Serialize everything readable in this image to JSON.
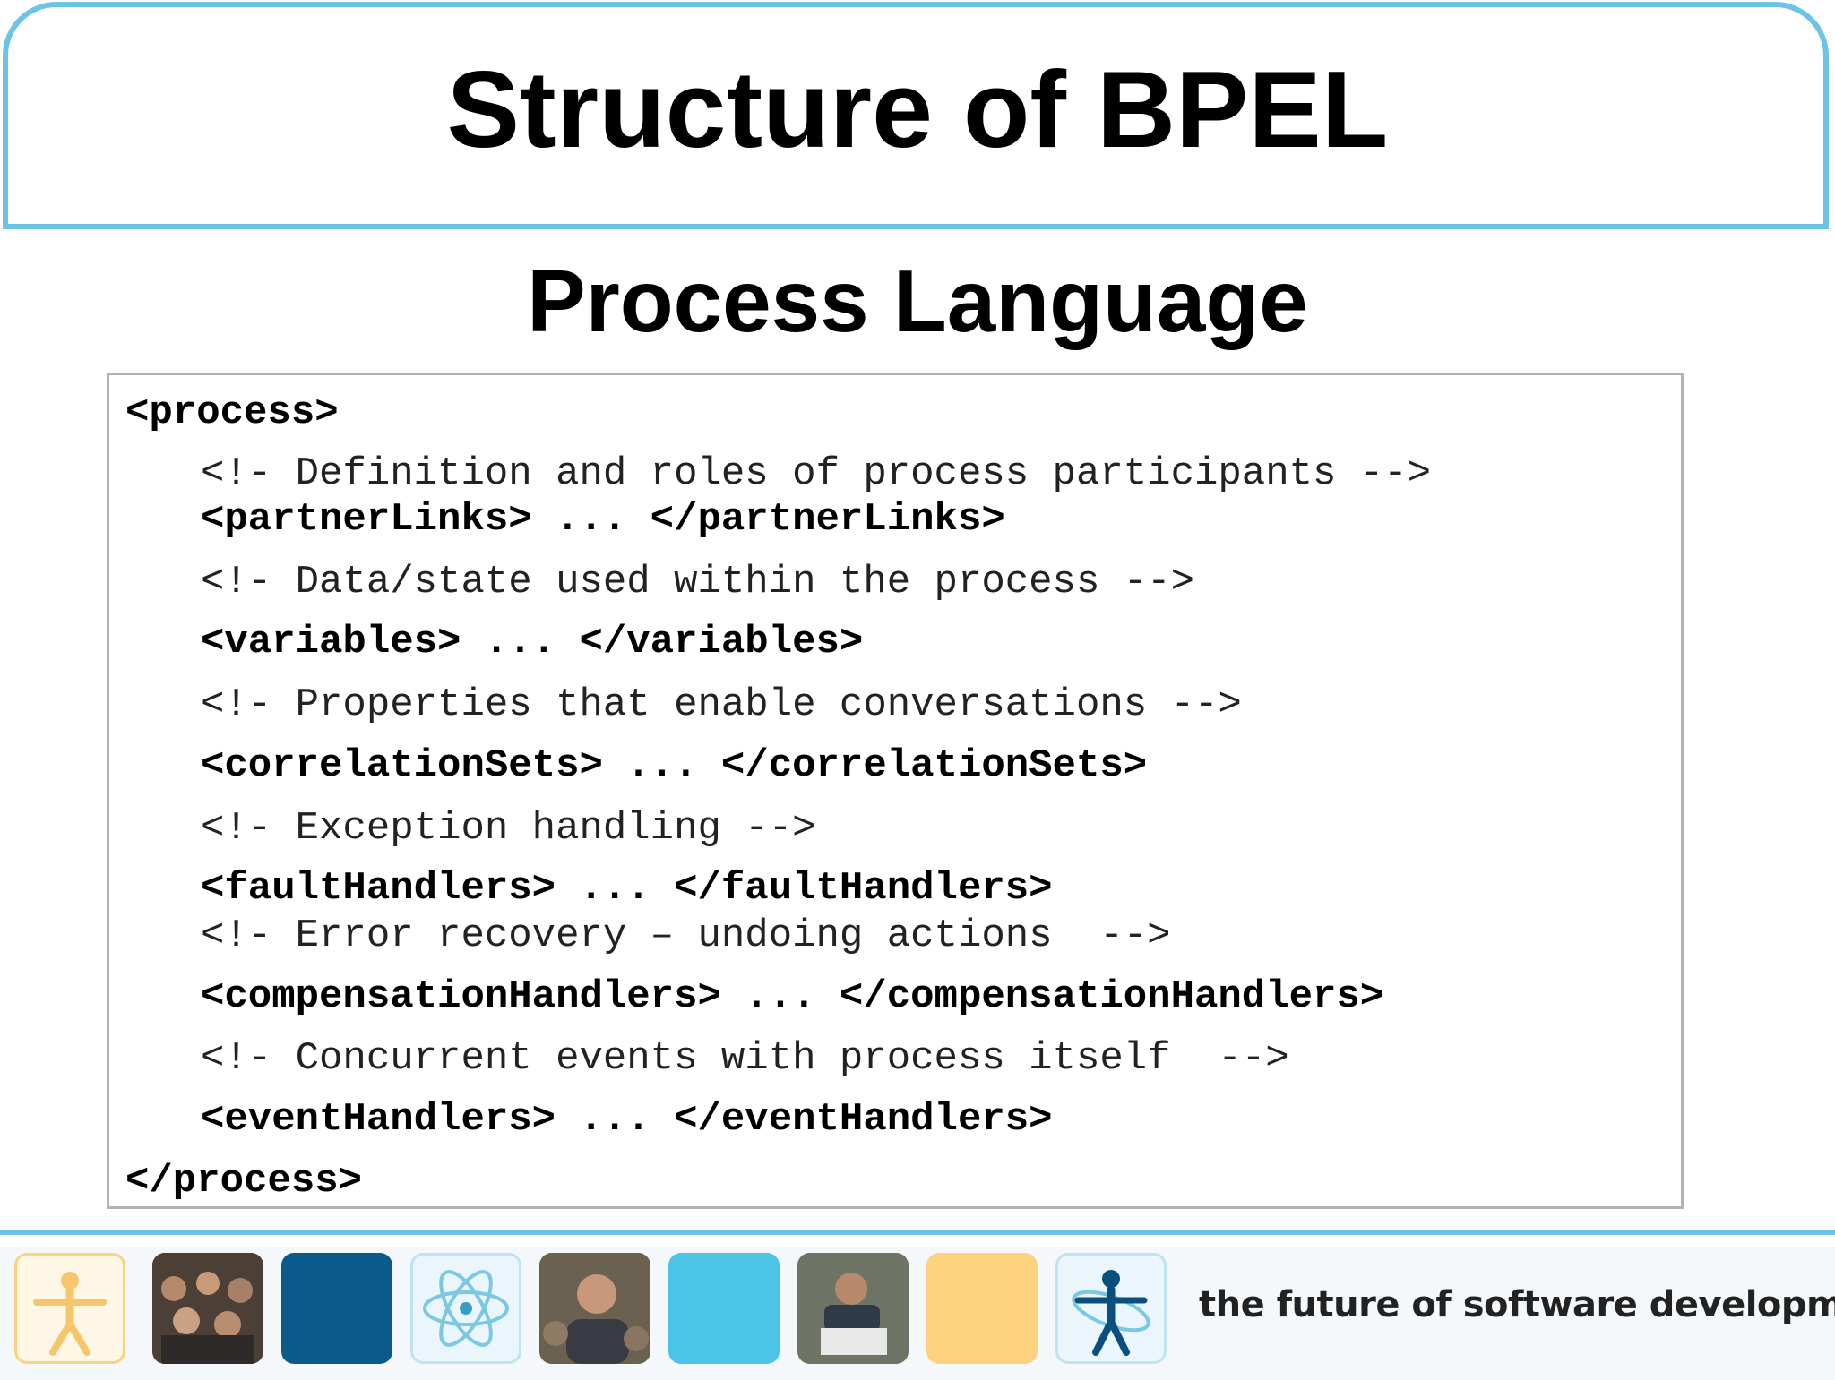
{
  "title": "Structure of BPEL",
  "subtitle": "Process Language",
  "code": {
    "l01": "<process>",
    "l02": "<!- Definition and roles of process participants -->",
    "l03": "<partnerLinks> ... </partnerLinks>",
    "l04": "<!- Data/state used within the process -->",
    "l05": "<variables> ... </variables>",
    "l06": "<!- Properties that enable conversations -->",
    "l07": "<correlationSets> ... </correlationSets>",
    "l08": "<!- Exception handling -->",
    "l09": "<faultHandlers> ... </faultHandlers>",
    "l10": "<!- Error recovery – undoing actions  -->",
    "l11": "<compensationHandlers> ... </compensationHandlers>",
    "l12": "<!- Concurrent events with process itself  -->",
    "l13": "<eventHandlers> ... </eventHandlers>",
    "l14": "</process>"
  },
  "footer": {
    "tagline": "the future of software development",
    "tiles": [
      "vitruvian-figure-icon",
      "audience-photo",
      "dark-blue-tile",
      "atom-icon",
      "speaker-photo",
      "light-blue-tile",
      "laptop-user-photo",
      "yellow-tile",
      "vitruvian-figure-icon"
    ]
  },
  "colors": {
    "accent": "#6cc3e4",
    "dark_blue": "#0a5b8c",
    "light_blue": "#4cc4e6",
    "yellow": "#fcd27e",
    "code_border": "#b3b3b3"
  }
}
